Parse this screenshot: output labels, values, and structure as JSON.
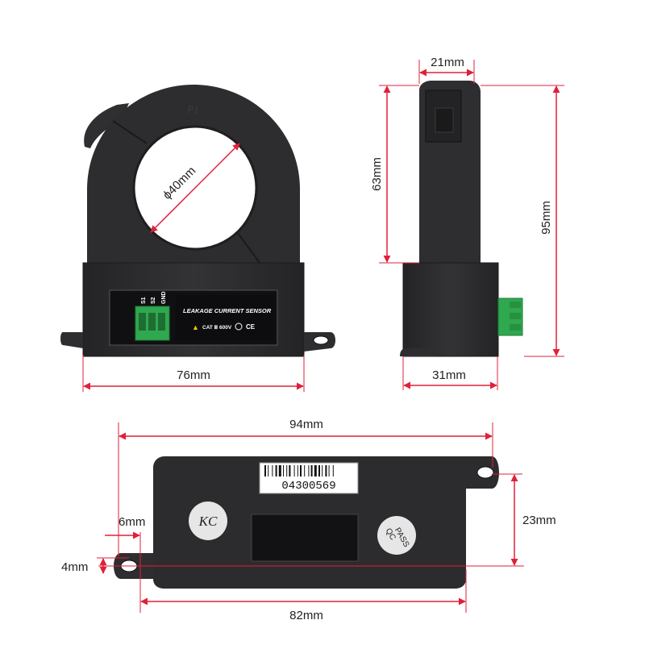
{
  "colors": {
    "dimension_line": "#e0203a",
    "housing": "#2b2b2d",
    "housing_edge": "#3a3a3d",
    "terminal_green": "#2fa84f",
    "label_bg": "#ffffff"
  },
  "front_view": {
    "core_marking": "P1",
    "diameter_label": "ϕ40mm",
    "width_label": "76mm",
    "terminal_labels": [
      "S1",
      "S2",
      "GND"
    ],
    "sensor_label": "LEAKAGE CURRENT SENSOR",
    "rating_label": "CAT Ⅲ 600V",
    "ce_mark": "CE"
  },
  "side_view": {
    "top_width_label": "21mm",
    "upper_height_label": "63mm",
    "total_height_label": "95mm",
    "base_depth_label": "31mm"
  },
  "bottom_view": {
    "overall_length_label": "94mm",
    "hole_spacing_label": "82mm",
    "height_label": "23mm",
    "hole_offset_label": "6mm",
    "hole_height_label": "4mm",
    "barcode_number": "04300569",
    "kc_label": "KC",
    "qc_label_1": "QC",
    "qc_label_2": "PASS"
  }
}
